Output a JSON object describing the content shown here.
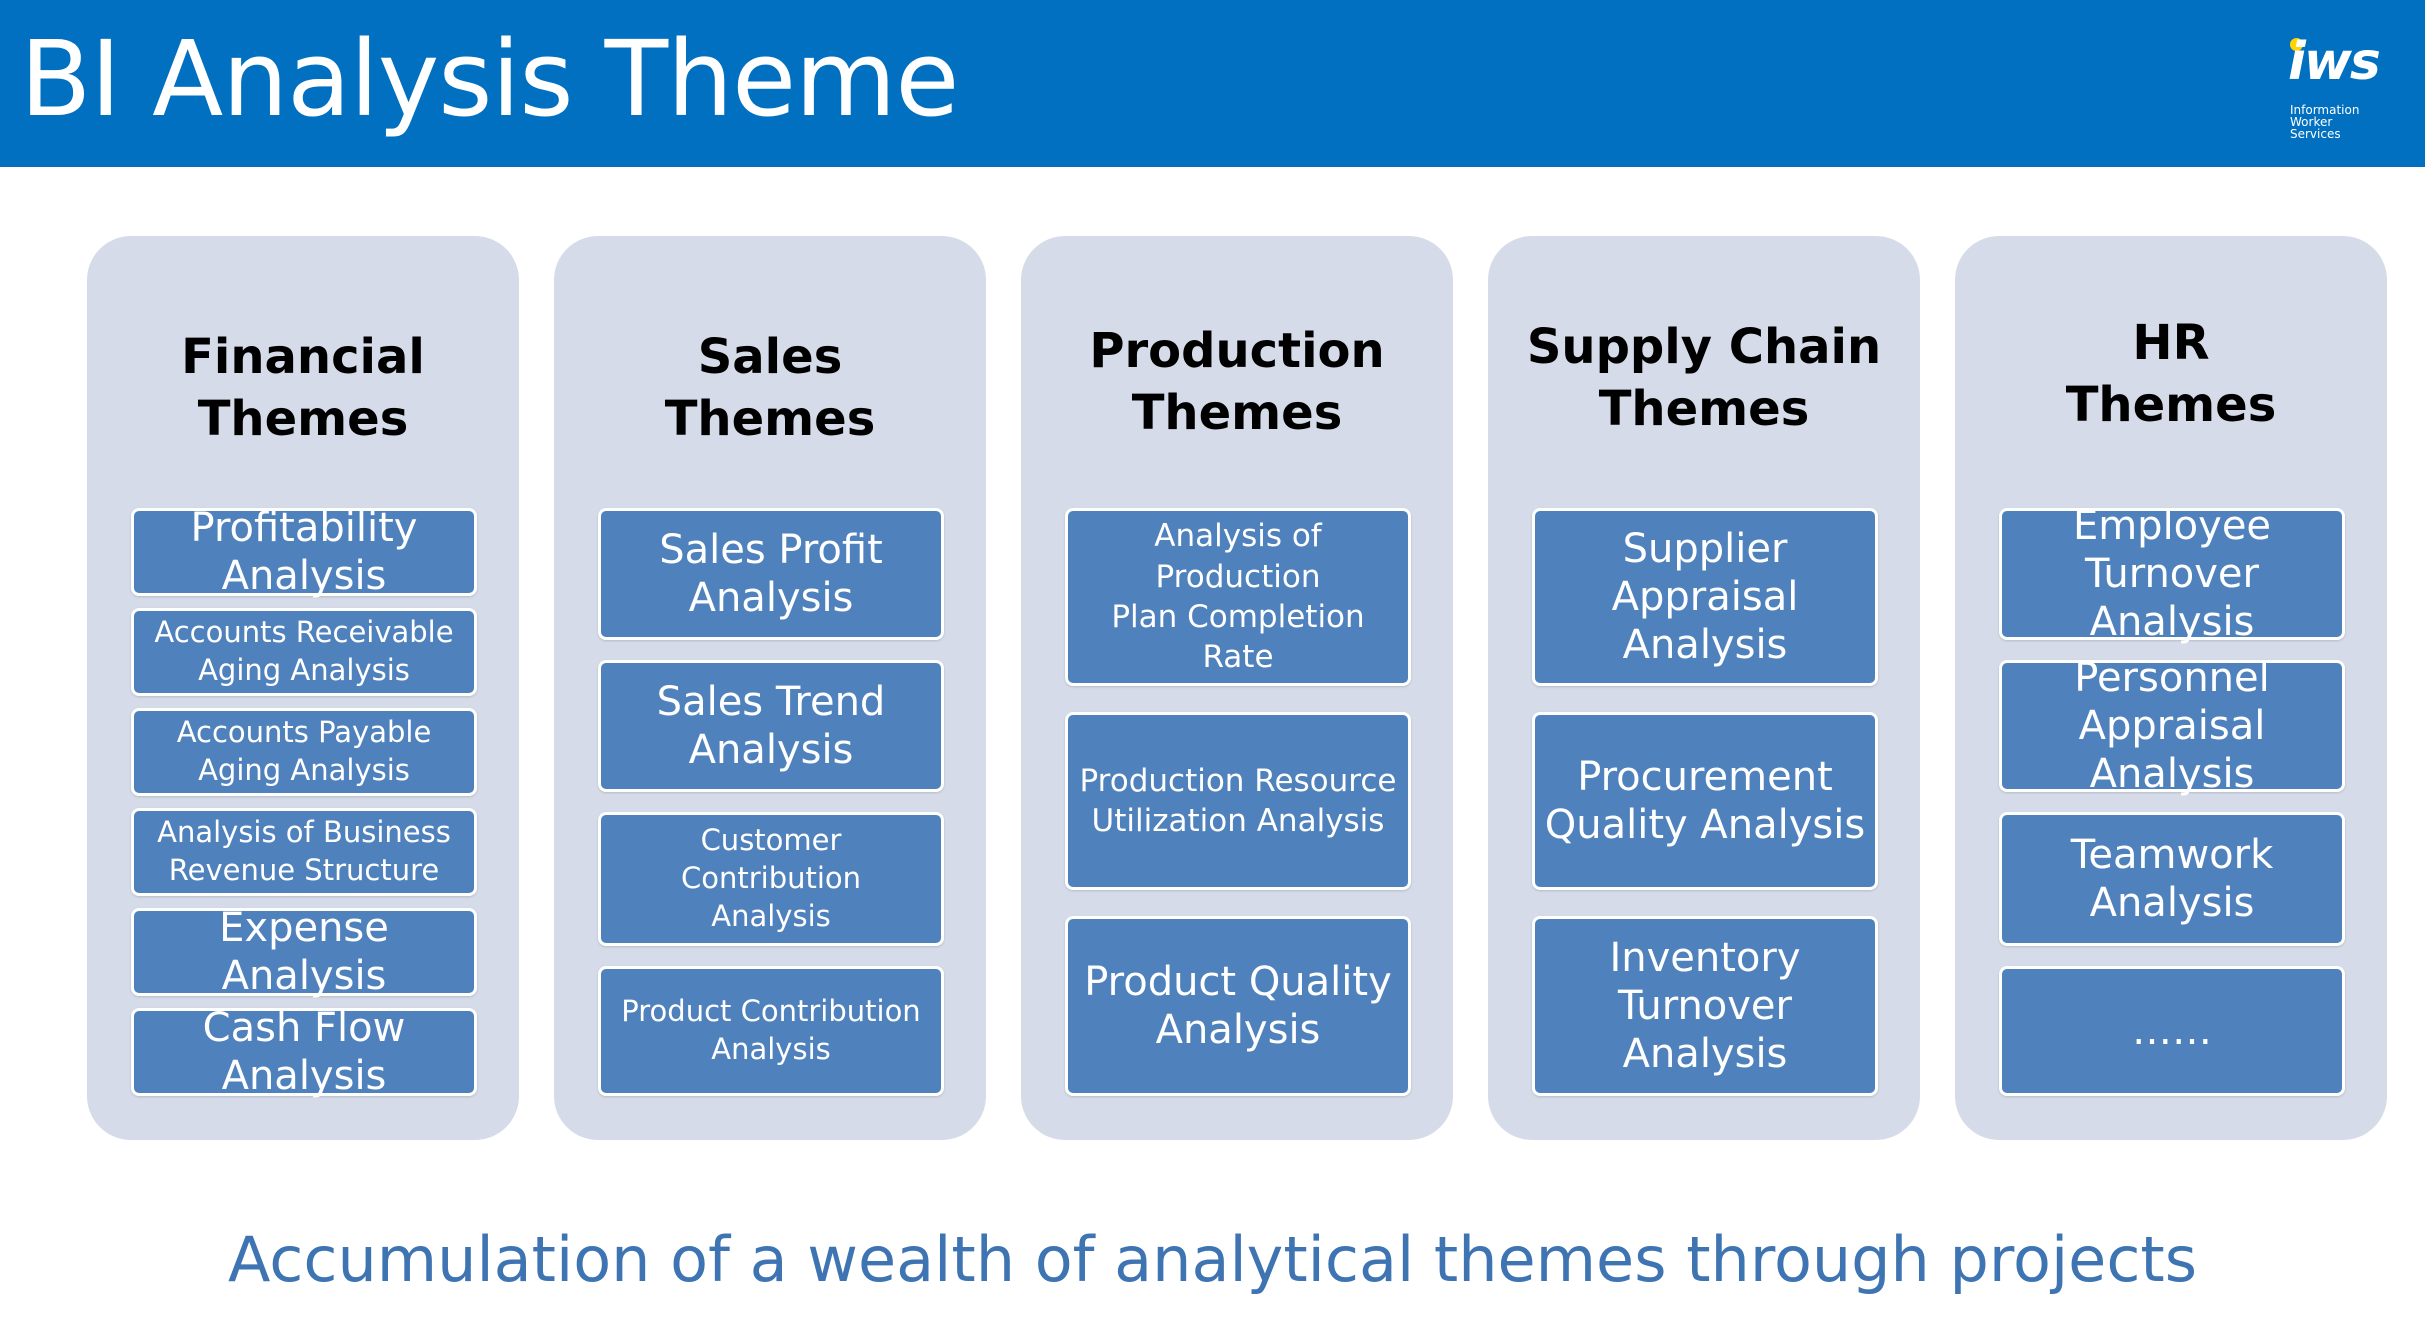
{
  "title": "BI Analysis Theme",
  "logo": {
    "mark": "iws",
    "lines": [
      "Information",
      "Worker",
      "Services"
    ]
  },
  "columns": [
    {
      "title": [
        "Financial",
        "Themes"
      ],
      "items": [
        {
          "lines": [
            "Profitability Analysis"
          ]
        },
        {
          "lines": [
            "Accounts Receivable",
            "Aging Analysis"
          ]
        },
        {
          "lines": [
            "Accounts Payable",
            "Aging Analysis"
          ]
        },
        {
          "lines": [
            "Analysis of Business",
            "Revenue Structure"
          ]
        },
        {
          "lines": [
            "Expense Analysis"
          ]
        },
        {
          "lines": [
            "Cash Flow Analysis"
          ]
        }
      ]
    },
    {
      "title": [
        "Sales",
        "Themes"
      ],
      "items": [
        {
          "lines": [
            "Sales Profit Analysis"
          ]
        },
        {
          "lines": [
            "Sales Trend Analysis"
          ]
        },
        {
          "lines": [
            "Customer Contribution",
            "Analysis"
          ]
        },
        {
          "lines": [
            "Product Contribution",
            "Analysis"
          ]
        }
      ]
    },
    {
      "title": [
        "Production",
        "Themes"
      ],
      "items": [
        {
          "lines": [
            "Analysis of Production",
            "Plan Completion Rate"
          ]
        },
        {
          "lines": [
            "Production Resource",
            "Utilization Analysis"
          ]
        },
        {
          "lines": [
            "Product Quality",
            "Analysis"
          ]
        }
      ]
    },
    {
      "title": [
        "Supply Chain",
        "Themes"
      ],
      "items": [
        {
          "lines": [
            "Supplier",
            "Appraisal Analysis"
          ]
        },
        {
          "lines": [
            "Procurement",
            "Quality Analysis"
          ]
        },
        {
          "lines": [
            "Inventory",
            "Turnover Analysis"
          ]
        }
      ]
    },
    {
      "title": [
        "HR",
        "Themes"
      ],
      "items": [
        {
          "lines": [
            "Employee",
            "Turnover Analysis"
          ]
        },
        {
          "lines": [
            "Personnel",
            "Appraisal Analysis"
          ]
        },
        {
          "lines": [
            "Teamwork Analysis"
          ]
        },
        {
          "lines": [
            "……"
          ]
        }
      ]
    }
  ],
  "footer": "Accumulation of a wealth of analytical themes through projects",
  "colors": {
    "header": "#0170c1",
    "column_bg": "#d5dbe8",
    "item_bg": "#4f81bd",
    "footer_text": "#3f74b3"
  }
}
